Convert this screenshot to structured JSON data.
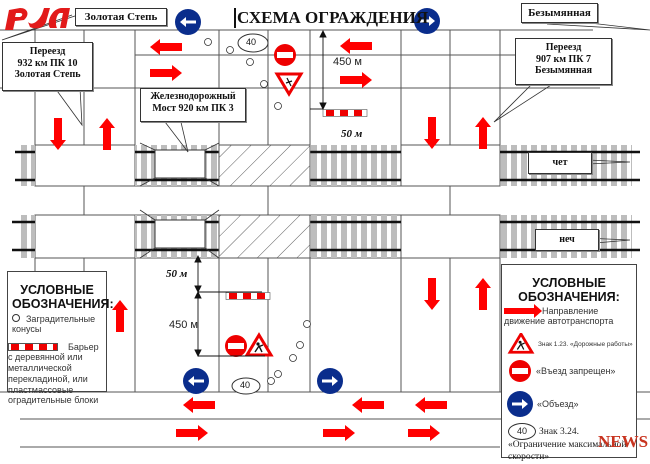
{
  "header": {
    "title": "СХЕМА ОГРАЖДЕНИЯ",
    "logo": "RZD-logo",
    "station_left": "Золотая Степь",
    "station_right": "Безымянная"
  },
  "callouts": {
    "crossing_left": [
      "Переезд",
      "932 км ПК 10",
      "Золотая Степь"
    ],
    "crossing_right": [
      "Переезд",
      "907 км ПК 7",
      "Безымянная"
    ],
    "bridge": [
      "Железнодорожный",
      "Мост 920 км ПК 3"
    ],
    "track_even": "чет",
    "track_odd": "неч"
  },
  "measurements": {
    "top_long": "450 м",
    "top_short": "50 м",
    "bottom_short": "50 м",
    "bottom_long": "450 м"
  },
  "signs": {
    "speed_limit_value": "40",
    "icons": [
      "detour-left-icon",
      "detour-right-icon",
      "no-entry-icon",
      "roadworks-icon",
      "cone-icon",
      "barrier-icon",
      "direction-arrow-icon"
    ]
  },
  "legend_left": {
    "title": "УСЛОВНЫЕ ОБОЗНАЧЕНИЯ:",
    "items": [
      {
        "icon": "cone-icon",
        "text": "Заградительные конусы"
      },
      {
        "icon": "barrier-icon",
        "text": "Барьер с деревянной или металлической перекладиной, или пластмассовые оградительные блоки"
      }
    ]
  },
  "legend_right": {
    "title": "УСЛОВНЫЕ ОБОЗНАЧЕНИЯ:",
    "items": [
      {
        "icon": "direction-arrow-icon",
        "text": "Направление движение автотранспорта"
      },
      {
        "icon": "roadworks-icon",
        "text": "Знак 1.23. «Дорожные работы»"
      },
      {
        "icon": "no-entry-icon",
        "text": "«Въезд запрещен»"
      },
      {
        "icon": "detour-icon",
        "text": "«Объезд»"
      },
      {
        "icon": "speed-limit-icon",
        "value": "40",
        "text": "Знак 3.24. «Ограничение максимальной скорости»"
      }
    ]
  },
  "watermark": "NEWS",
  "colors": {
    "arrow_red": "#ff0000",
    "sign_blue": "#0a2d8c",
    "logo_red": "#e21a1a",
    "rail_gray": "#bdbdbd",
    "line": "#555555"
  }
}
